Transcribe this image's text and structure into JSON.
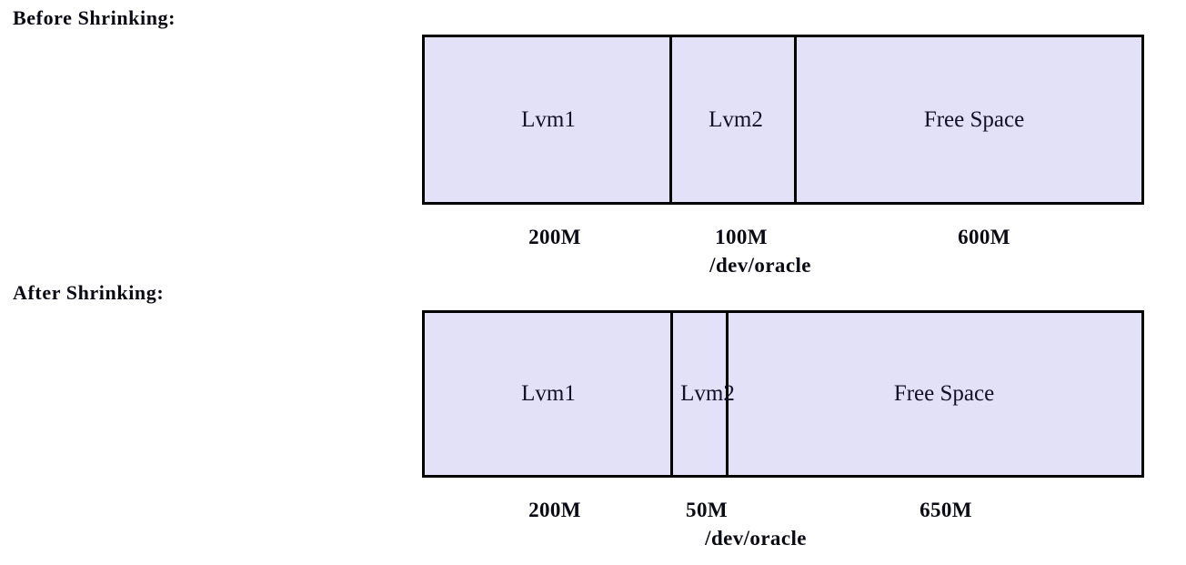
{
  "figure": {
    "title": "LVM partition shrinking illustration",
    "background_color": "#ffffff",
    "partition_fill_color": "#e2e1f8",
    "border_color": "#000000",
    "text_color": "#0a0a14"
  },
  "sections": [
    {
      "id": "before",
      "heading": "Before Shrinking:",
      "partitions": [
        {
          "name": "Lvm1",
          "size": "200M",
          "device": ""
        },
        {
          "name": "Lvm2",
          "size": "100M",
          "device": "/dev/oracle"
        },
        {
          "name": "Free Space",
          "size": "600M",
          "device": ""
        }
      ]
    },
    {
      "id": "after",
      "heading": "After Shrinking:",
      "partitions": [
        {
          "name": "Lvm1",
          "size": "200M",
          "device": ""
        },
        {
          "name": "Lvm2",
          "size": "50M",
          "device": "/dev/oracle"
        },
        {
          "name": "Free Space",
          "size": "650M",
          "device": ""
        }
      ]
    }
  ]
}
